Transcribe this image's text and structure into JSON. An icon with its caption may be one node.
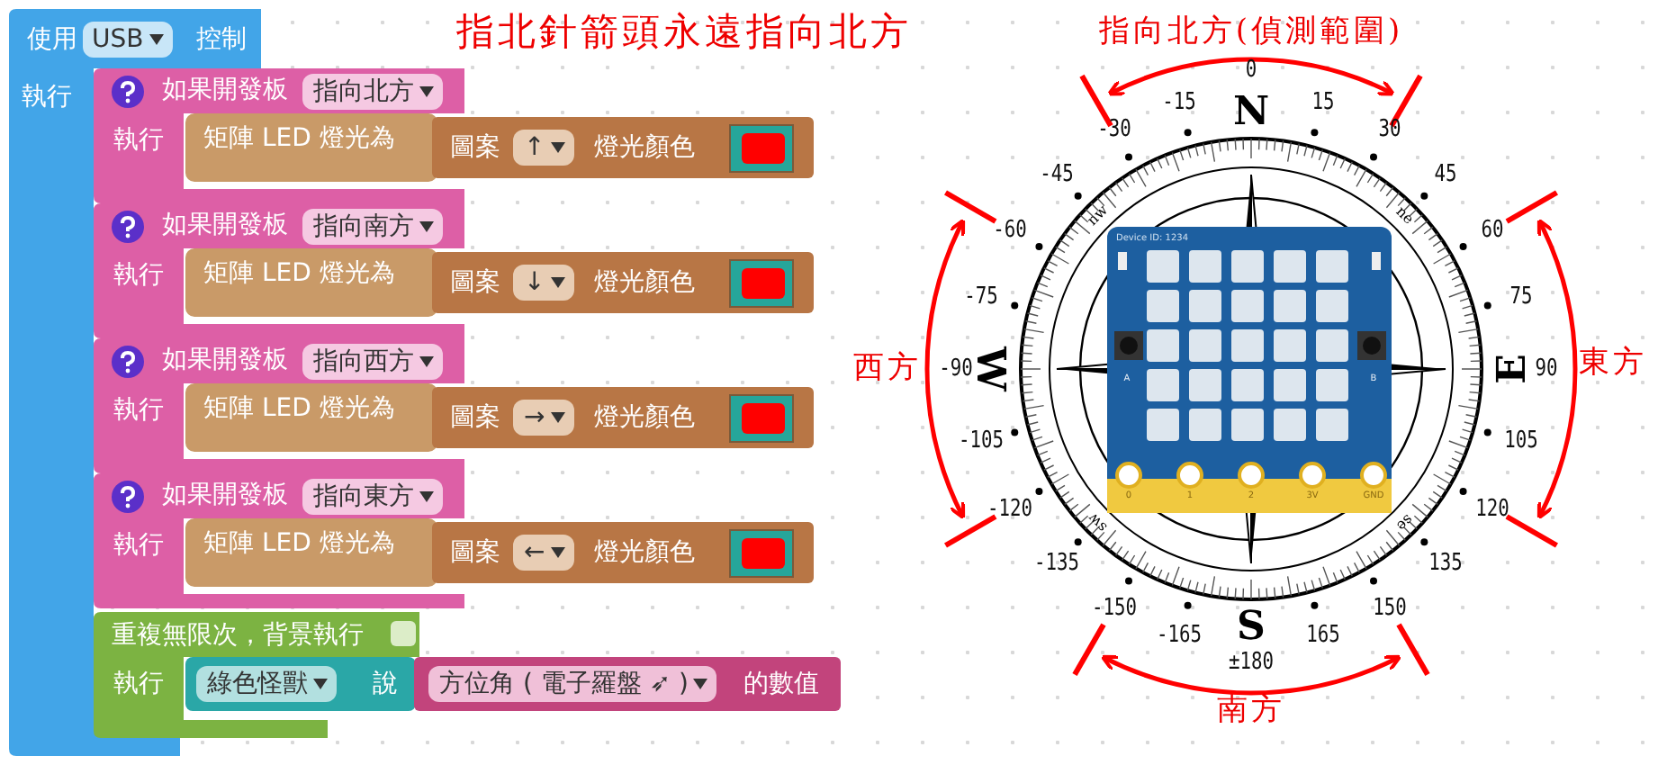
{
  "diagram": {
    "title": "指北針箭頭永遠指向北方",
    "nodes": [
      {
        "text": [
          "使用",
          "USB",
          "控制",
          "執行"
        ]
      },
      {
        "text": [
          "如果開發板",
          "指向北方",
          "執行"
        ]
      },
      {
        "text": [
          "矩陣 LED 燈光為"
        ],
        "in": 1
      },
      {
        "text": [
          "圖案",
          "↑",
          "燈光顏色"
        ]
      },
      {
        "text": [],
        "shape": "box",
        "in": 3
      },
      {
        "text": [
          "如果開發板",
          "指向南方",
          "執行"
        ]
      },
      {
        "text": [
          "矩陣 LED 燈光為"
        ],
        "in": 5
      },
      {
        "text": [
          "圖案",
          "↓",
          "燈光顏色"
        ]
      },
      {
        "text": [],
        "shape": "box",
        "in": 7
      },
      {
        "text": [
          "如果開發板",
          "指向西方",
          "執行"
        ]
      },
      {
        "text": [
          "矩陣 LED 燈光為"
        ],
        "in": 9
      },
      {
        "text": [
          "圖案",
          "→",
          "燈光顏色"
        ]
      },
      {
        "text": [],
        "shape": "box",
        "in": 11
      },
      {
        "text": [
          "如果開發板",
          "指向東方",
          "執行"
        ]
      },
      {
        "text": [
          "矩陣 LED 燈光為"
        ],
        "in": 13
      },
      {
        "text": [
          "圖案",
          "←",
          "燈光顏色"
        ]
      },
      {
        "text": [],
        "shape": "box",
        "in": 15
      },
      {
        "text": [
          "重複無限次，背景執行",
          "執行"
        ]
      },
      {
        "text": [
          "綠色怪獸",
          "說"
        ],
        "in": 17
      },
      {
        "text": [
          "方位角 ( 電子羅盤 ➶ )",
          "的數值"
        ]
      }
    ],
    "labels": [
      "指向北方(偵測範圍)",
      "0",
      "-15",
      "N",
      "15",
      "-30",
      "30",
      "-45",
      "nw",
      "ne",
      "45",
      "-60",
      "60",
      "-75",
      "75",
      "西方",
      "-90",
      "W",
      "E",
      "90",
      "東方",
      "-105",
      "105",
      "-120",
      "120",
      "Device ID: 1234",
      "A",
      "B",
      "0",
      "1",
      "2",
      "3V",
      "GND",
      "sw",
      "se",
      "-135",
      "135",
      "-150",
      "150",
      "-165",
      "S",
      "165",
      "±180",
      "南方"
    ]
  }
}
